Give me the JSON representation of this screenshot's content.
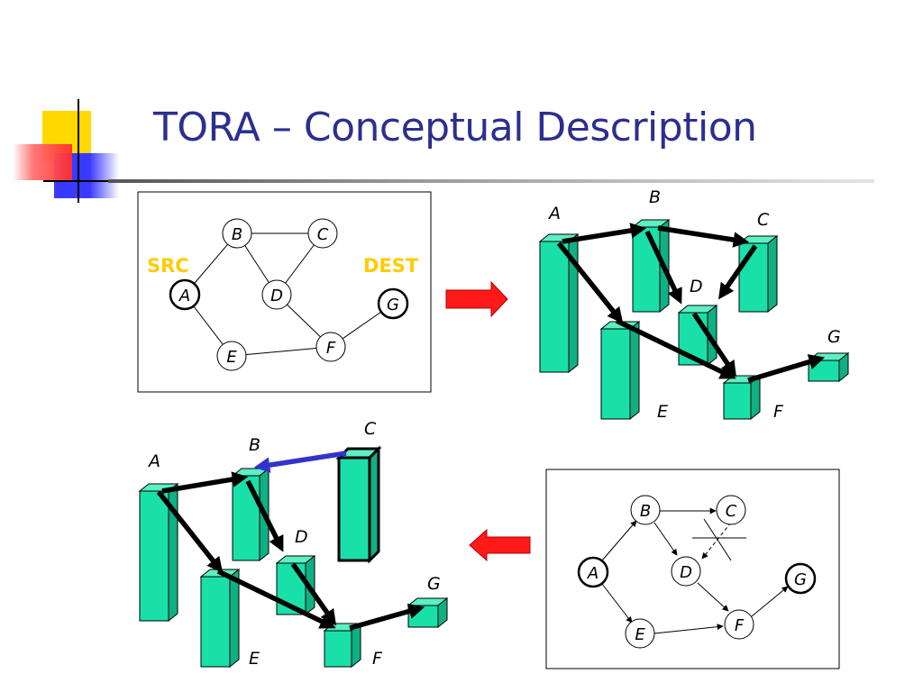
{
  "title": "TORA – Conceptual Description",
  "colors": {
    "title": "#2b2f8f",
    "column": "#19e0a8",
    "column_side": "#0fb083",
    "column_top": "#5cf0c4",
    "src_dest_label": "#ffcc00",
    "red_arrow": "#ff1a1a",
    "reversal_arrow": "#3333cc"
  },
  "graph_top_left": {
    "labels": {
      "src": "SRC",
      "dest": "DEST"
    },
    "nodes": {
      "A": "A",
      "B": "B",
      "C": "C",
      "D": "D",
      "E": "E",
      "F": "F",
      "G": "G"
    }
  },
  "heights_top_right": {
    "labels": {
      "A": "A",
      "B": "B",
      "C": "C",
      "D": "D",
      "E": "E",
      "F": "F",
      "G": "G"
    }
  },
  "heights_bottom_left": {
    "labels": {
      "A": "A",
      "B": "B",
      "C": "C",
      "D": "D",
      "E": "E",
      "F": "F",
      "G": "G"
    }
  },
  "graph_bottom_right": {
    "nodes": {
      "A": "A",
      "B": "B",
      "C": "C",
      "D": "D",
      "E": "E",
      "F": "F",
      "G": "G"
    }
  }
}
